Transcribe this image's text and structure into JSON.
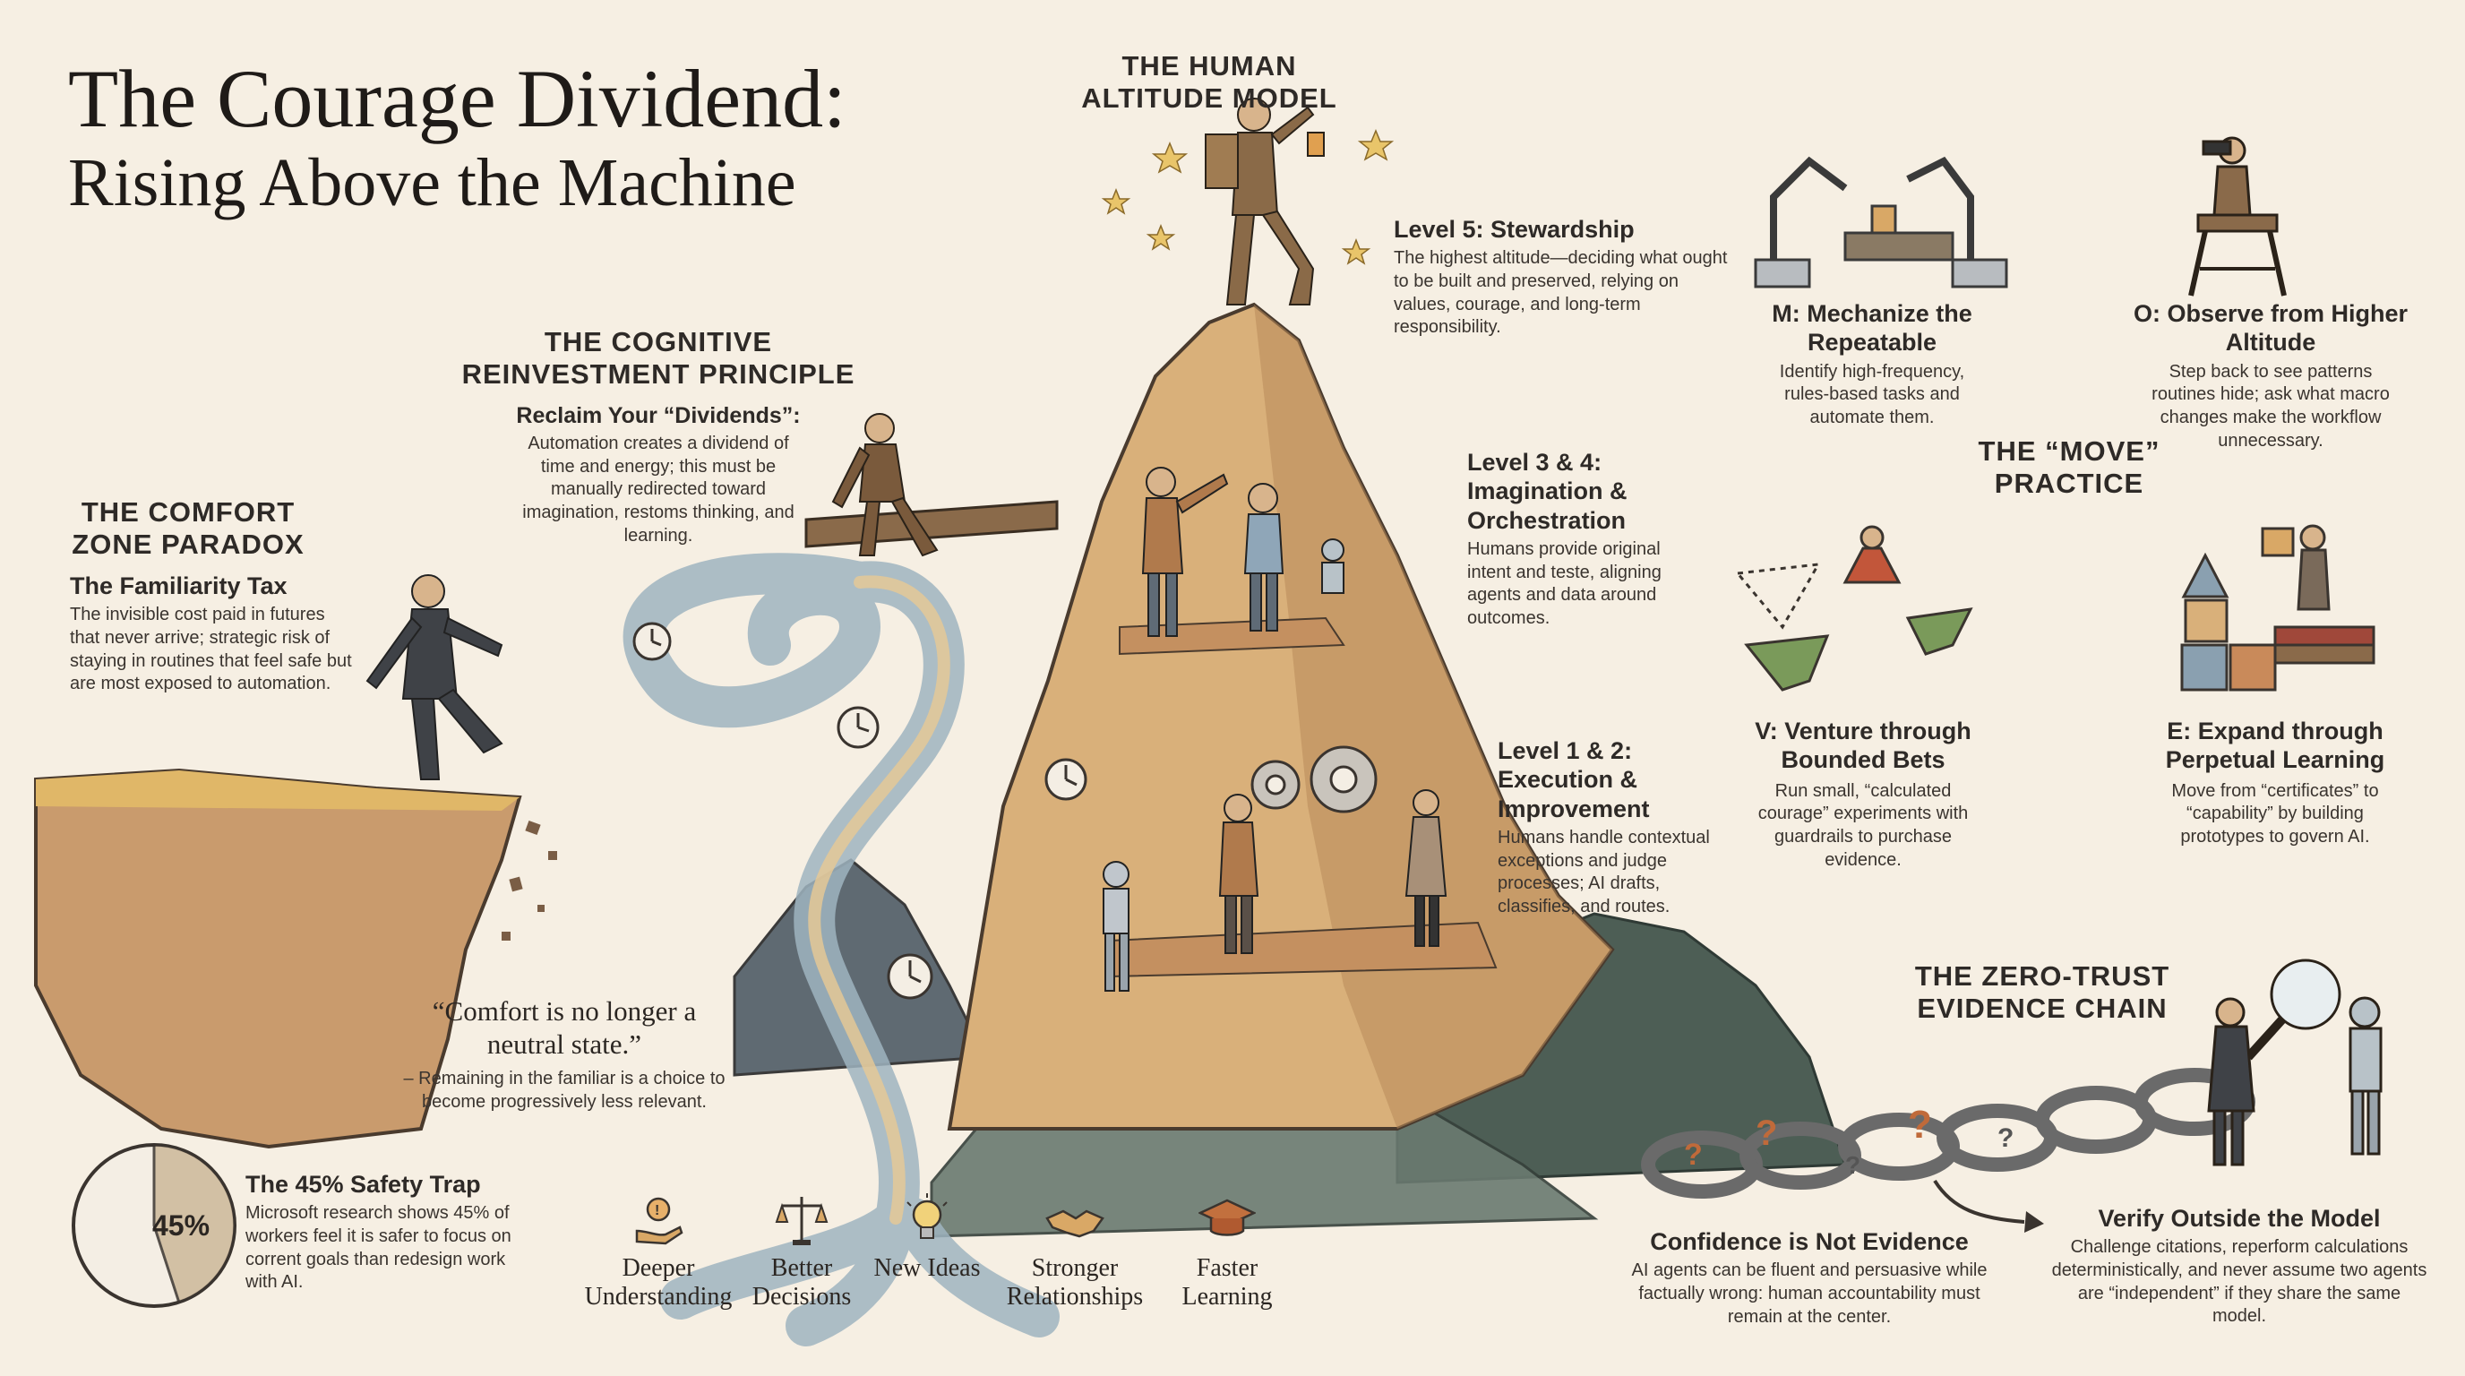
{
  "title": {
    "line1": "The Courage Dividend:",
    "line2": "Rising Above the Machine"
  },
  "comfort_zone": {
    "heading": "THE COMFORT ZONE PARADOX",
    "subheading": "The Familiarity Tax",
    "body": "The invisible cost paid in futures that never arrive; strategic risk of staying in routines that feel safe but are most exposed to automation."
  },
  "cognitive": {
    "heading": "THE COGNITIVE REINVESTMENT PRINCIPLE",
    "subheading": "Reclaim Your “Dividends”:",
    "body": "Automation creates a dividend of time and energy; this must be manually redirected toward imagination, restoms thinking, and learning."
  },
  "quote": {
    "text": "“Comfort is no longer a neutral state.”",
    "attribution": "– Remaining in the familiar is a choice to become progressively less relevant."
  },
  "safety_trap": {
    "badge": "45%",
    "percent": 45,
    "heading": "The 45% Safety Trap",
    "body": "Microsoft research shows 45% of workers feel it is safer to focus on corrent goals than redesign work with AI."
  },
  "dividends": [
    {
      "label": "Deeper Understanding",
      "icon": "hand-heart-icon"
    },
    {
      "label": "Better Decisions",
      "icon": "scales-icon"
    },
    {
      "label": "New Ideas",
      "icon": "lightbulb-icon"
    },
    {
      "label": "Stronger Relationships",
      "icon": "handshake-icon"
    },
    {
      "label": "Faster Learning",
      "icon": "graduation-cap-icon"
    }
  ],
  "altitude": {
    "heading": "THE HUMAN ALTITUDE MODEL",
    "level5": {
      "title": "Level 5: Stewardship",
      "body": "The highest altitude—deciding what ought to be built and preserved, relying on values, courage, and long-term responsibility."
    },
    "level34": {
      "title": "Level 3 & 4: Imagination & Orchestration",
      "body": "Humans provide original intent and teste, aligning agents and data around outcomes."
    },
    "level12": {
      "title": "Level 1 & 2: Execution & Improvement",
      "body": "Humans handle contextual exceptions and judge processes; AI drafts, classifies, and routes."
    }
  },
  "move": {
    "heading": "THE “MOVE” PRACTICE",
    "m": {
      "title": "M: Mechanize the Repeatable",
      "body": "Identify high-frequency, rules-based tasks and automate them."
    },
    "o": {
      "title": "O: Observe from Higher Altitude",
      "body": "Step back to see patterns routines hide; ask what macro changes make the workflow unnecessary."
    },
    "v": {
      "title": "V: Venture through Bounded Bets",
      "body": "Run small, “calculated courage” experiments with guardrails to purchase evidence."
    },
    "e": {
      "title": "E: Expand through Perpetual Learning",
      "body": "Move from “certificates” to “capability” by building prototypes to govern AI."
    }
  },
  "zero_trust": {
    "heading": "THE ZERO-TRUST EVIDENCE CHAIN",
    "confidence": {
      "title": "Confidence is Not Evidence",
      "body": "AI agents can be fluent and persuasive while factually wrong: human accountability must remain at the center."
    },
    "verify": {
      "title": "Verify Outside the Model",
      "body": "Challenge citations, reperform calculations deterministically, and never assume two agents are “independent” if they share the same model."
    }
  },
  "colors": {
    "background": "#f6efe3",
    "ink": "#2b2622",
    "ochre": "#d9a866",
    "river": "#9fb4c0",
    "rock": "#c99b6d",
    "green_mountain": "#4d5e55"
  }
}
